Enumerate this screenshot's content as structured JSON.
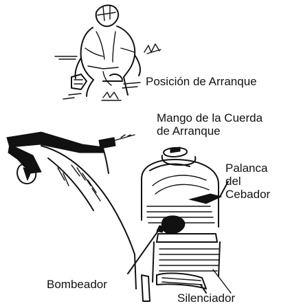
{
  "labels": {
    "starting_position": "Posición de Arranque",
    "starter_rope_handle_line1": "Mango de la Cuerda",
    "starter_rope_handle_line2": "de Arranque",
    "choke_lever_line1": "Palanca",
    "choke_lever_line2": "del",
    "choke_lever_line3": "Cebador",
    "primer": "Bombeador",
    "muffler": "Silenciador"
  },
  "colors": {
    "ink": "#111111",
    "background": "#ffffff"
  }
}
